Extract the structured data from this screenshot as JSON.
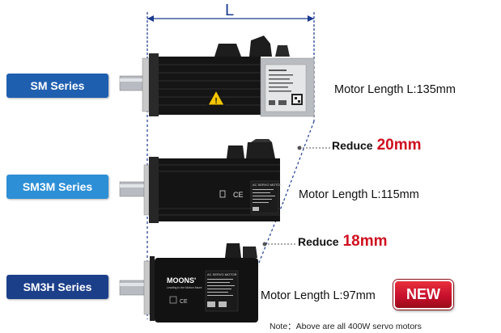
{
  "dimension": {
    "label": "L"
  },
  "series": [
    {
      "name": "SM Series",
      "color": "#1f5fb0"
    },
    {
      "name": "SM3M Series",
      "color": "#2d8fd6"
    },
    {
      "name": "SM3H Series",
      "color": "#1c3f8a"
    }
  ],
  "motors": [
    {
      "length_text": "Motor Length L:135mm"
    },
    {
      "length_text": "Motor Length L:115mm",
      "brand": "",
      "label_heading": "AC SERVO MOTOR"
    },
    {
      "length_text": "Motor Length L:97mm",
      "brand": "MOONS'",
      "brand_tagline": "Leading to the Motion future",
      "label_heading": "AC SERVO MOTOR"
    }
  ],
  "reductions": [
    {
      "word": "Reduce",
      "value": "20mm"
    },
    {
      "word": "Reduce",
      "value": "18mm"
    }
  ],
  "badge": {
    "label": "NEW",
    "color": "#c8102e"
  },
  "note": "Note：Above are all 400W servo motors",
  "colors": {
    "accent_red": "#d01020",
    "dim_line": "#1a3a8f"
  }
}
